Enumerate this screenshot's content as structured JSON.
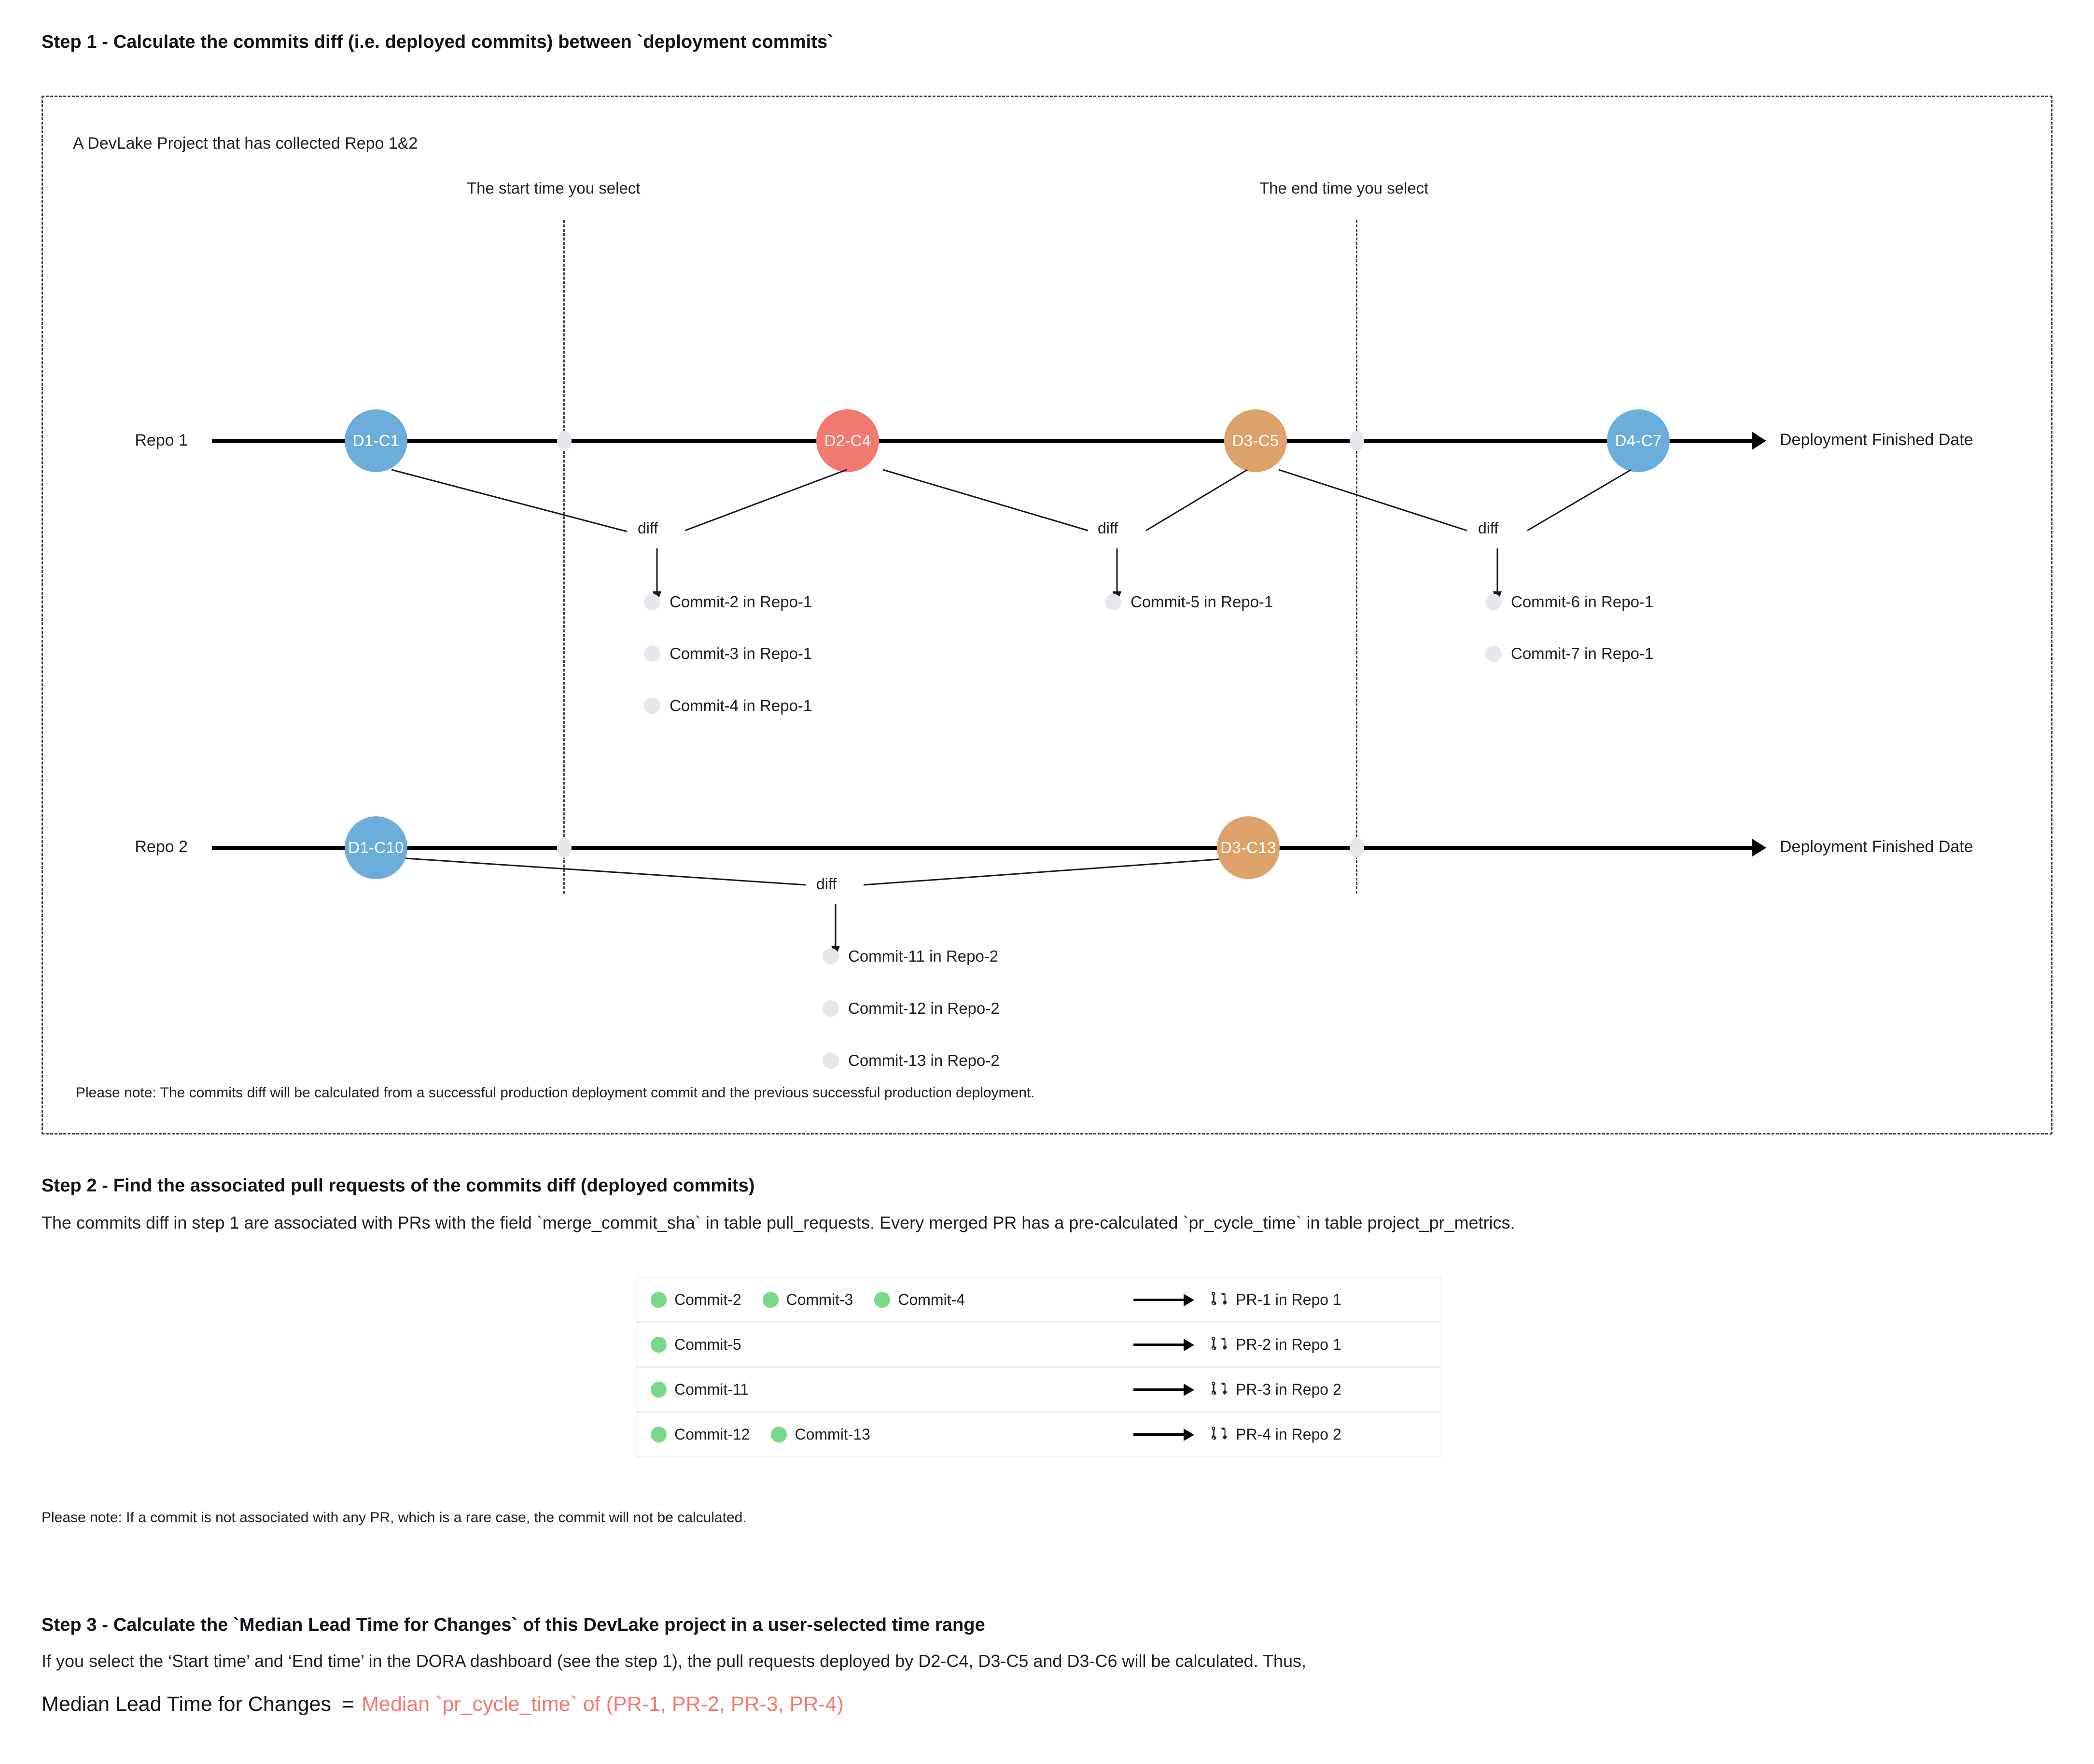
{
  "step1": {
    "heading": "Step 1 - Calculate the commits diff (i.e. deployed commits) between `deployment commits`",
    "project_caption": "A DevLake Project that has collected Repo 1&2",
    "start_time_caption": "The start time you select",
    "end_time_caption": "The end time you select",
    "axis_label": "Deployment Finished Date",
    "diff_label": "diff",
    "note": "Please note: The commits diff will be calculated from a successful production deployment commit and the previous successful production deployment.",
    "repos": [
      {
        "name": "Repo 1",
        "nodes": [
          {
            "label": "D1-C1",
            "color": "#6CAEDB"
          },
          {
            "label": "D2-C4",
            "color": "#F2796D"
          },
          {
            "label": "D3-C5",
            "color": "#DDA269"
          },
          {
            "label": "D4-C7",
            "color": "#6CAEDB"
          }
        ],
        "diff_groups": [
          {
            "commits": [
              "Commit-2 in Repo-1",
              "Commit-3 in Repo-1",
              "Commit-4 in Repo-1"
            ]
          },
          {
            "commits": [
              "Commit-5 in Repo-1"
            ]
          },
          {
            "commits": [
              "Commit-6 in Repo-1",
              "Commit-7 in Repo-1"
            ]
          }
        ]
      },
      {
        "name": "Repo 2",
        "nodes": [
          {
            "label": "D1-C10",
            "color": "#6CAEDB"
          },
          {
            "label": "D3-C13",
            "color": "#DDA269"
          }
        ],
        "diff_groups": [
          {
            "commits": [
              "Commit-11 in Repo-2",
              "Commit-12 in Repo-2",
              "Commit-13 in Repo-2"
            ]
          }
        ]
      }
    ]
  },
  "step2": {
    "heading": "Step 2 - Find the associated pull requests of the commits diff (deployed commits)",
    "description": "The commits diff in step 1 are associated with PRs with the field `merge_commit_sha` in table pull_requests. Every merged PR has a pre-calculated `pr_cycle_time` in table project_pr_metrics.",
    "note": "Please note: If a commit is not associated with any PR, which is a rare case, the commit will not be calculated.",
    "table": [
      {
        "commits": [
          "Commit-2",
          "Commit-3",
          "Commit-4"
        ],
        "pr": "PR-1 in Repo 1"
      },
      {
        "commits": [
          "Commit-5"
        ],
        "pr": "PR-2 in Repo 1"
      },
      {
        "commits": [
          "Commit-11"
        ],
        "pr": "PR-3 in Repo 2"
      },
      {
        "commits": [
          "Commit-12",
          "Commit-13"
        ],
        "pr": "PR-4 in Repo 2"
      }
    ]
  },
  "step3": {
    "heading": "Step 3 - Calculate the `Median Lead Time for Changes` of this DevLake project in a user-selected time range",
    "description": "If you select the ‘Start time’ and ‘End time’ in the DORA dashboard (see the step 1), the pull requests deployed by D2-C4, D3-C5 and D3-C6 will be calculated. Thus,",
    "formula_lhs": "Median Lead Time for Changes",
    "formula_eq": "=",
    "formula_rhs": "Median `pr_cycle_time` of (PR-1, PR-2, PR-3, PR-4)"
  },
  "colors": {
    "blue": "#6CAEDB",
    "red": "#F2796D",
    "orange": "#DDA269",
    "green": "#79D98B",
    "grey_dot": "#E4E8EC",
    "accent_text": "#F2796D"
  }
}
